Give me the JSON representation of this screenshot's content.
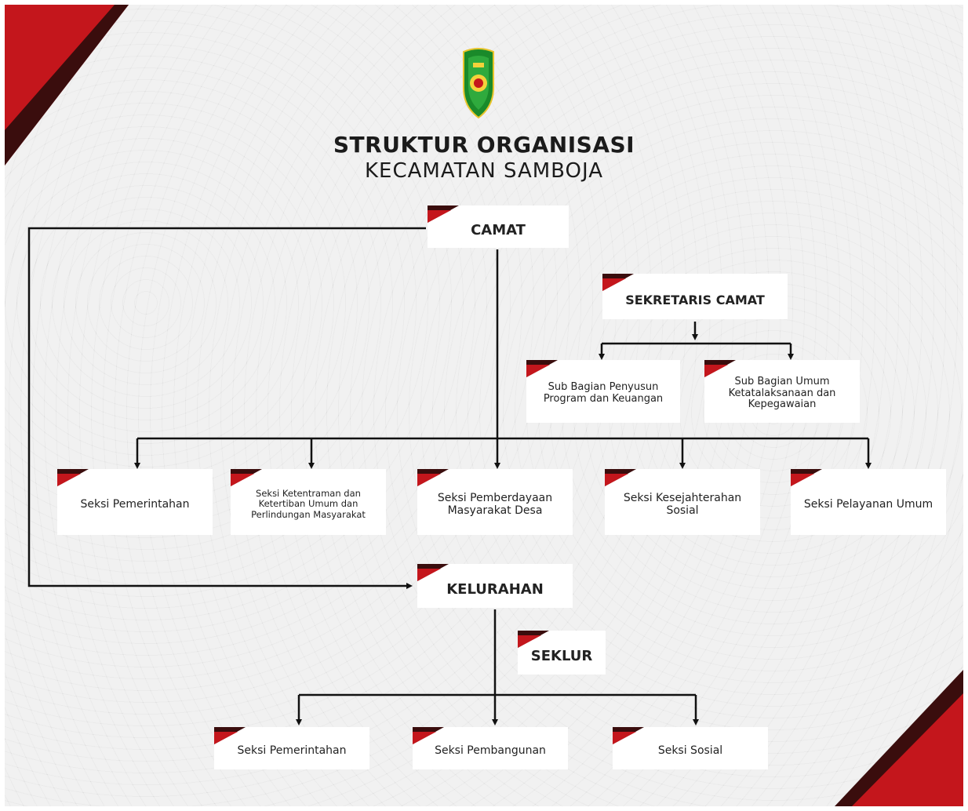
{
  "title": {
    "line1": "STRUKTUR ORGANISASI",
    "line2": "KECAMATAN SAMBOJA"
  },
  "colors": {
    "accent_red": "#c4161c",
    "accent_dark": "#3a0d0d",
    "line": "#111111",
    "box": "#ffffff"
  },
  "logo": {
    "name": "kutai-kartanegara-emblem",
    "color": "#1a8a2a"
  },
  "nodes": {
    "camat": "CAMAT",
    "sekretaris": "SEKRETARIS CAMAT",
    "subbag1": "Sub Bagian Penyusun Program dan Keuangan",
    "subbag2": "Sub Bagian Umum Ketatalaksanaan dan Kepegawaian",
    "seksi1": "Seksi Pemerintahan",
    "seksi2": "Seksi Ketentraman dan Ketertiban Umum dan Perlindungan Masyarakat",
    "seksi3": "Seksi Pemberdayaan Masyarakat Desa",
    "seksi4": "Seksi Kesejahterahan Sosial",
    "seksi5": "Seksi Pelayanan Umum",
    "kelurahan": "KELURAHAN",
    "seklur": "SEKLUR",
    "kel1": "Seksi Pemerintahan",
    "kel2": "Seksi Pembangunan",
    "kel3": "Seksi Sosial"
  }
}
